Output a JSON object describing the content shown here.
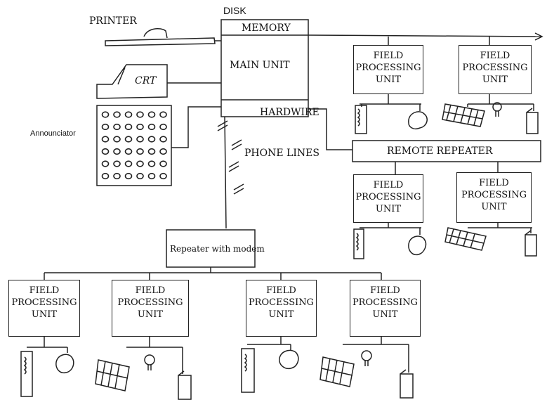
{
  "labels": {
    "printer": "PRINTER",
    "disk": "DISK",
    "memory": "MEMORY",
    "main_unit": "MAIN UNIT",
    "crt": "CRT",
    "announciator": "Announciator",
    "hardwire": "HARDWIRE",
    "phone_lines": "PHONE LINES",
    "remote_repeater": "REMOTE REPEATER",
    "repeater_modem": "Repeater with modem"
  },
  "fpu": {
    "line1": "FIELD",
    "line2": "PROCESSING",
    "line3": "UNIT"
  }
}
